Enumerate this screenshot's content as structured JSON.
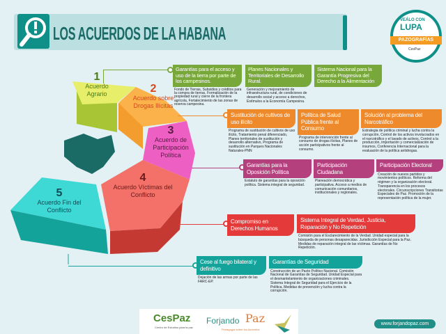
{
  "header": {
    "title": "LOS ACUERDOS DE LA HABANA",
    "icon": "magnifier-exclamation-icon"
  },
  "badge": {
    "line1": "VEÁLO CON",
    "line2": "LUPA",
    "band": "PAZOGRAFÍAS",
    "logo_text": "CesPaz"
  },
  "colors": {
    "bg": "#e3f0f4",
    "teal": "#0e8f88",
    "green": "#79a83a",
    "orange": "#ef8a2c",
    "magenta": "#b4407e",
    "red": "#e43a3a",
    "cyan": "#14a39a"
  },
  "accords": [
    {
      "number": "1",
      "label": "Acuerdo Agrario"
    },
    {
      "number": "2",
      "label": "Acuerdo sobre Drogas Ilícitas"
    },
    {
      "number": "3",
      "label": "Acuerdo de Participación Política"
    },
    {
      "number": "4",
      "label": "Acuerdo Víctimas del Conflicto"
    },
    {
      "number": "5",
      "label": "Acuerdo Fin del Conflicto"
    }
  ],
  "green": [
    {
      "title": "Garantías para el acceso y uso de la tierra por parte de los campesinos.",
      "desc": "Fondo de Tierras, Subsidios y créditos para la compra de tierras, Formalización de la propiedad rural y cierre de la frontera agrícola, Fortalecimiento de las zonas de reserva campesina."
    },
    {
      "title": "Planes Nacionales y Territoriales de Desarrollo Rural.",
      "desc": "Generación y mejoramiento de infraestructura rural, de condiciones de desarrollo social y acceso a derechos, Estímulos a la Economía Campesina."
    },
    {
      "title": "Sistema Nacional para la Garantía Progresiva del Derecho a la Alimentación",
      "desc": ""
    }
  ],
  "orange": [
    {
      "title": "Sustitución de cultivos de uso ilícito",
      "desc": "Programa de sustitución de cultivos de uso ilícito, Tratamiento penal diferenciado, Planes territoriales de sustitución y desarrollo alternativo, Programa de sustitución en Parques Nacionales Naturales-PNN"
    },
    {
      "title": "Política de Salud Pública frente al Consumo",
      "desc": "Programa de intervención frente al consumo de drogas ilícitas, Planes de acción participativos frente al consumo."
    },
    {
      "title": "Solución al problema del Narcotráfico",
      "desc": "Estrategia de política criminal y lucha contra la corrupción, Control de los activos involucrados en el narcotráfico y el lavado de activos, Control a la producción, importación y comercialización de insumos, Conferencia Internacional para la evaluación de la política antidrogas."
    }
  ],
  "magenta": [
    {
      "title": "Garantías para la Oposición Política",
      "desc": "Estatuto de garantías para la oposición política. Sistema integral de seguridad."
    },
    {
      "title": "Participación Ciudadana",
      "desc": "Planeación democrática y participativa. Acceso a medios de comunicación comunitarios, institucionales y regionales."
    },
    {
      "title": "Participación Electoral",
      "desc": "Creación de nuevos partidos y movimientos políticos. Reforma del régimen y la organización electoral. Transparencia en los procesos electorales. Circunscripciones Transitorias Especiales de Paz. Promoción de la representación política de la mujer."
    }
  ],
  "red": [
    {
      "title": "Compromiso en Derechos Humanos",
      "desc": ""
    },
    {
      "title": "Sistema Integral de Verdad, Justicia, Reparación y No Repetición",
      "desc": "Comisión para el Esclarecimiento de la Verdad. Unidad especial para la búsqueda de personas desaparecidas. Jurisdicción Especial para la Paz. Medidas de reparación integral de las víctimas. Garantías de No Repetición."
    }
  ],
  "teal": [
    {
      "title": "Cese al fuego bilateral y definitivo",
      "desc": "Dejación de las armas por parte de las FARC-EP."
    },
    {
      "title": "Garantías de Seguridad",
      "desc": "Construcción de un Pacto Político Nacional. Comisión Nacional de Garantías de Seguridad. Unidad Especial para el desmantelamiento de organizaciones criminales. Sistema Integral de Seguridad para el Ejercicio de la Política. Medidas de prevención y lucha contra la corrupción."
    }
  ],
  "footer": {
    "cespaz": "CesPaz",
    "cespaz_sub": "Centro de Estudios para la paz",
    "forjando": "Forjando",
    "paz": "Paz",
    "forjando_sub": "Pedagogía sobre los Acuerdos",
    "url": "www.forjandopaz.com"
  }
}
